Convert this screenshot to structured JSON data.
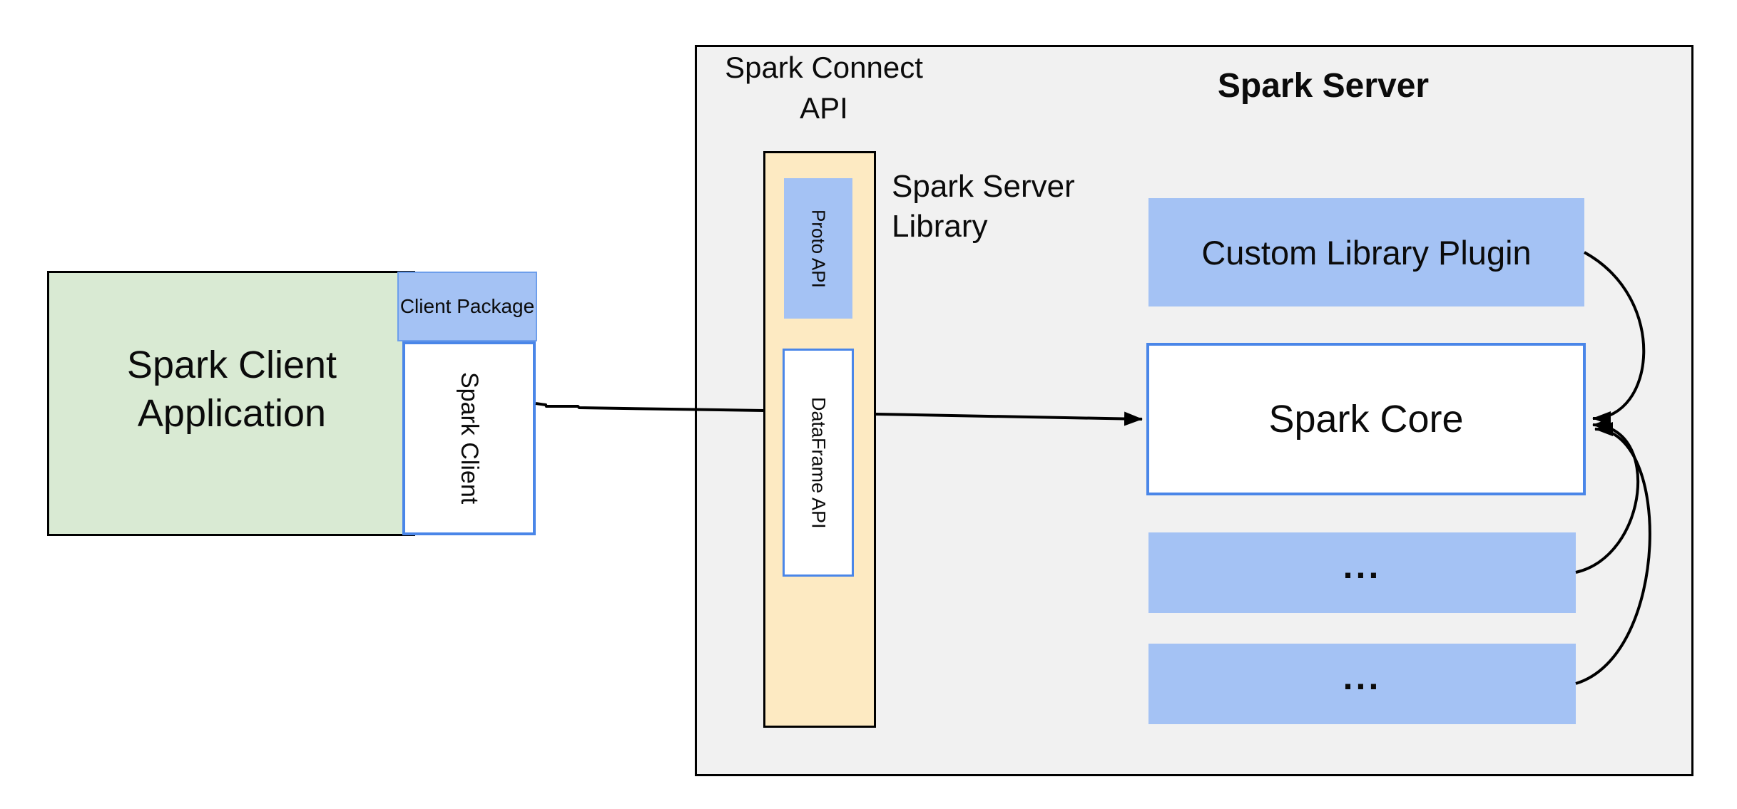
{
  "colors": {
    "page_background": "#ffffff",
    "server_panel_fill": "#f1f1f1",
    "client_app_fill": "#d9ead3",
    "blue_fill": "#a4c2f4",
    "blue_border": "#4a86e8",
    "package_border": "#6d9eeb",
    "connect_api_fill": "#fdeac2",
    "line": "#000000",
    "text": "#0b0b0b"
  },
  "diagram": {
    "client": {
      "app_label": "Spark Client Application",
      "package_label": "Client Package",
      "spark_client_label": "Spark Client"
    },
    "connect": {
      "api_label": "Spark Connect API",
      "proto_label": "Proto API",
      "dataframe_label": "DataFrame API",
      "library_label": "Spark Server Library"
    },
    "server": {
      "title": "Spark Server",
      "plugin_label": "Custom Library Plugin",
      "core_label": "Spark Core",
      "more_label_1": "...",
      "more_label_2": "..."
    }
  }
}
